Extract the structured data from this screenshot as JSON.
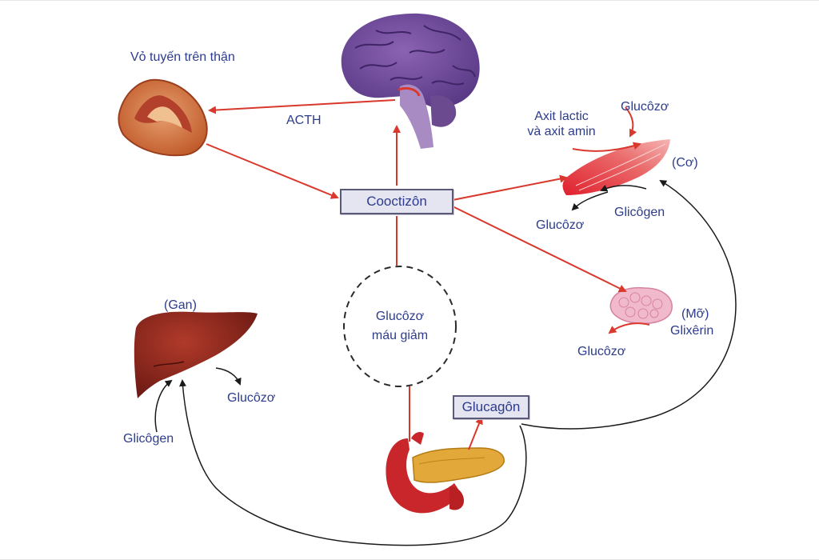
{
  "labels": {
    "adrenal_cortex": "Vỏ tuyến trên thận",
    "acth": "ACTH",
    "cortisol": "Cooctizôn",
    "lactic_amino_line1": "Axit lactic",
    "lactic_amino_line2": "và axit amin",
    "glucose_muscle_top": "Glucôzơ",
    "muscle": "(Cơ)",
    "glycogen_muscle": "Glicôgen",
    "glucose_muscle_bottom": "Glucôzơ",
    "liver": "(Gan)",
    "glucose_liver": "Glucôzơ",
    "glycogen_liver": "Glicôgen",
    "low_glucose_line1": "Glucôzơ",
    "low_glucose_line2": "máu giảm",
    "glucagon": "Glucagôn",
    "fat": "(Mỡ)",
    "glycerin": "Glixêrin",
    "glucose_fat": "Glucôzơ"
  },
  "colors": {
    "label_text": "#2d3c8c",
    "box_fill": "#e5e4f1",
    "box_border": "#5a5a78",
    "red_arrow": "#d9382c",
    "black_arrow": "#1a1a1a"
  },
  "icons": [
    "brain-icon",
    "adrenal-gland-icon",
    "muscle-icon",
    "fat-tissue-icon",
    "liver-icon",
    "pancreas-icon"
  ]
}
